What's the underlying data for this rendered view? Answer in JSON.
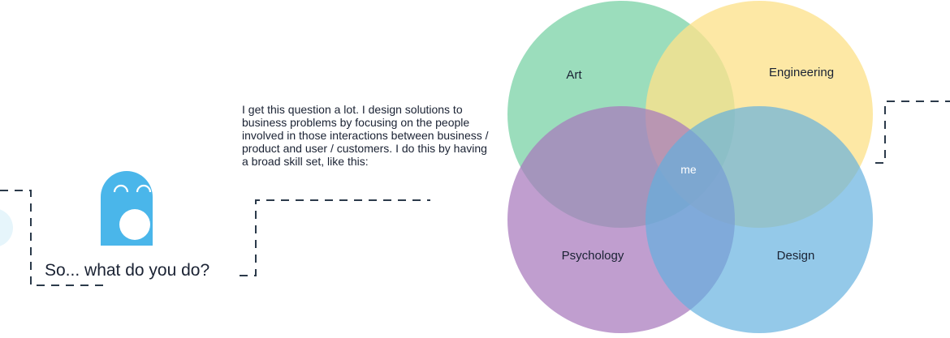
{
  "intro": {
    "paragraph": "I get this question a lot. I design solutions to business problems by focusing on the people involved in those interactions between business / product and user / customers. I do this by having a broad skill set, like this:"
  },
  "question": {
    "text": "So... what do you do?"
  },
  "mascot": {
    "icon": "ghost-mascot-icon",
    "color": "#4ab6ea"
  },
  "venn": {
    "sets": [
      {
        "label": "Art",
        "color": "#7fd3a9"
      },
      {
        "label": "Engineering",
        "color": "#fde28c"
      },
      {
        "label": "Psychology",
        "color": "#b48ec4"
      },
      {
        "label": "Design",
        "color": "#7bbde2"
      }
    ],
    "center_label": "me"
  },
  "colors": {
    "dashed_line": "#2b3a4a",
    "text": "#1a2233"
  }
}
